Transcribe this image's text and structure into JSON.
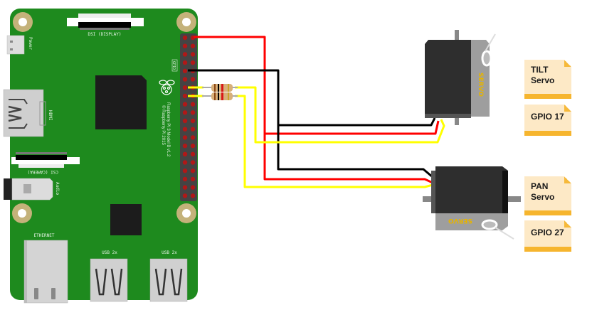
{
  "board": {
    "name": "Raspberry Pi 3 Model B v1.2",
    "model_text": "Raspberry Pi 3 Model B v1.2",
    "copyright_text": "© Raspberry Pi 2015",
    "labels": {
      "dsi": "DSI (DISPLAY)",
      "power": "Power",
      "hdmi": "HDMI",
      "csi": "CSI (CAMERA)",
      "audio": "Audio",
      "ethernet": "ETHERNET",
      "usb1": "USB 2x",
      "usb2": "USB 2x",
      "gpio": "GPIO"
    },
    "colors": {
      "pcb": "#1e8a1e",
      "header": "#444444",
      "pin": "#b01818",
      "mount": "#c4b27a"
    }
  },
  "wires": {
    "colors": {
      "power": "#ff0000",
      "ground": "#000000",
      "signal": "#ffff00"
    }
  },
  "resistors": [
    {
      "id": "r1",
      "bands": [
        "#8b4513",
        "#000000",
        "#d81818",
        "#c9a227"
      ]
    },
    {
      "id": "r2",
      "bands": [
        "#8b4513",
        "#000000",
        "#d81818",
        "#c9a227"
      ]
    }
  ],
  "servos": [
    {
      "id": "tilt",
      "label": "SERVO"
    },
    {
      "id": "pan",
      "label": "SERVO"
    }
  ],
  "notes": [
    {
      "id": "tilt-name",
      "text": "TILT\nServo"
    },
    {
      "id": "tilt-gpio",
      "text": "GPIO 17"
    },
    {
      "id": "pan-name",
      "text": "PAN\nServo"
    },
    {
      "id": "pan-gpio",
      "text": "GPIO 27"
    }
  ]
}
